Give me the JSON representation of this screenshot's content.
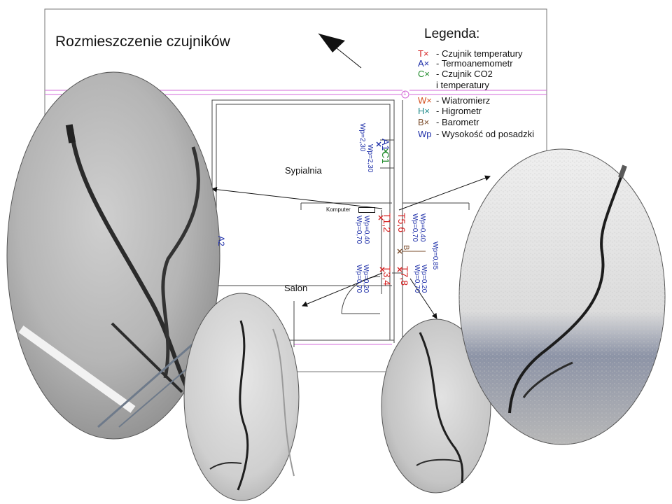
{
  "title": "Rozmieszczenie czujników",
  "legend": {
    "title": "Legenda:",
    "items": [
      {
        "symbol": "T×",
        "color": "#d41f1f",
        "desc": "- Czujnik temperatury"
      },
      {
        "symbol": "A×",
        "color": "#1d2ea8",
        "desc": "- Termoanemometr"
      },
      {
        "symbol": "C×",
        "color": "#1f8a2a",
        "desc": "- Czujnik CO2"
      },
      {
        "symbol": "",
        "color": "#111111",
        "desc": "i temperatury"
      },
      {
        "symbol": "W×",
        "color": "#d4501f",
        "desc": "- Wiatromierz"
      },
      {
        "symbol": "H×",
        "color": "#1f8a8a",
        "desc": "- Higrometr"
      },
      {
        "symbol": "B×",
        "color": "#7a4b2a",
        "desc": "- Barometr"
      },
      {
        "symbol": "Wp",
        "color": "#1d2ea8",
        "desc": "- Wysokość od posadzki"
      }
    ]
  },
  "rooms": {
    "bedroom": "Sypialnia",
    "living": "Salon"
  },
  "computer_label": "Komputer",
  "marker_label": "1",
  "sensors": {
    "a1": "A1",
    "c1": "C1",
    "t12": "T1,2",
    "t56": "T5,6",
    "t34": "T3,4",
    "t78": "T7,8",
    "b": "B",
    "a2": "A2"
  },
  "heights": {
    "wp230a": "Wp=2,30",
    "wp230b": "Wp=2,30",
    "wp040a": "Wp=0,40",
    "wp070a": "Wp=0,70",
    "wp040b": "Wp=0,40",
    "wp070b": "Wp=0,70",
    "wp085": "Wp=0,85",
    "wp020a": "Wp=0,20",
    "wp070c": "Wp=0,70",
    "wp020b": "Wp=0,20",
    "wp070d": "Wp=0,70"
  },
  "colors": {
    "red": "#d41f1f",
    "blue": "#1d2ea8",
    "green": "#1f8a2a",
    "brown": "#7a4b2a",
    "wall_accent": "#d36ad8",
    "plan_line": "#444444"
  },
  "photos": [
    "photo-sensor-cable-left",
    "photo-sensor-cable-center",
    "photo-sensor-cable-bottom-right",
    "photo-sensor-cable-right"
  ]
}
